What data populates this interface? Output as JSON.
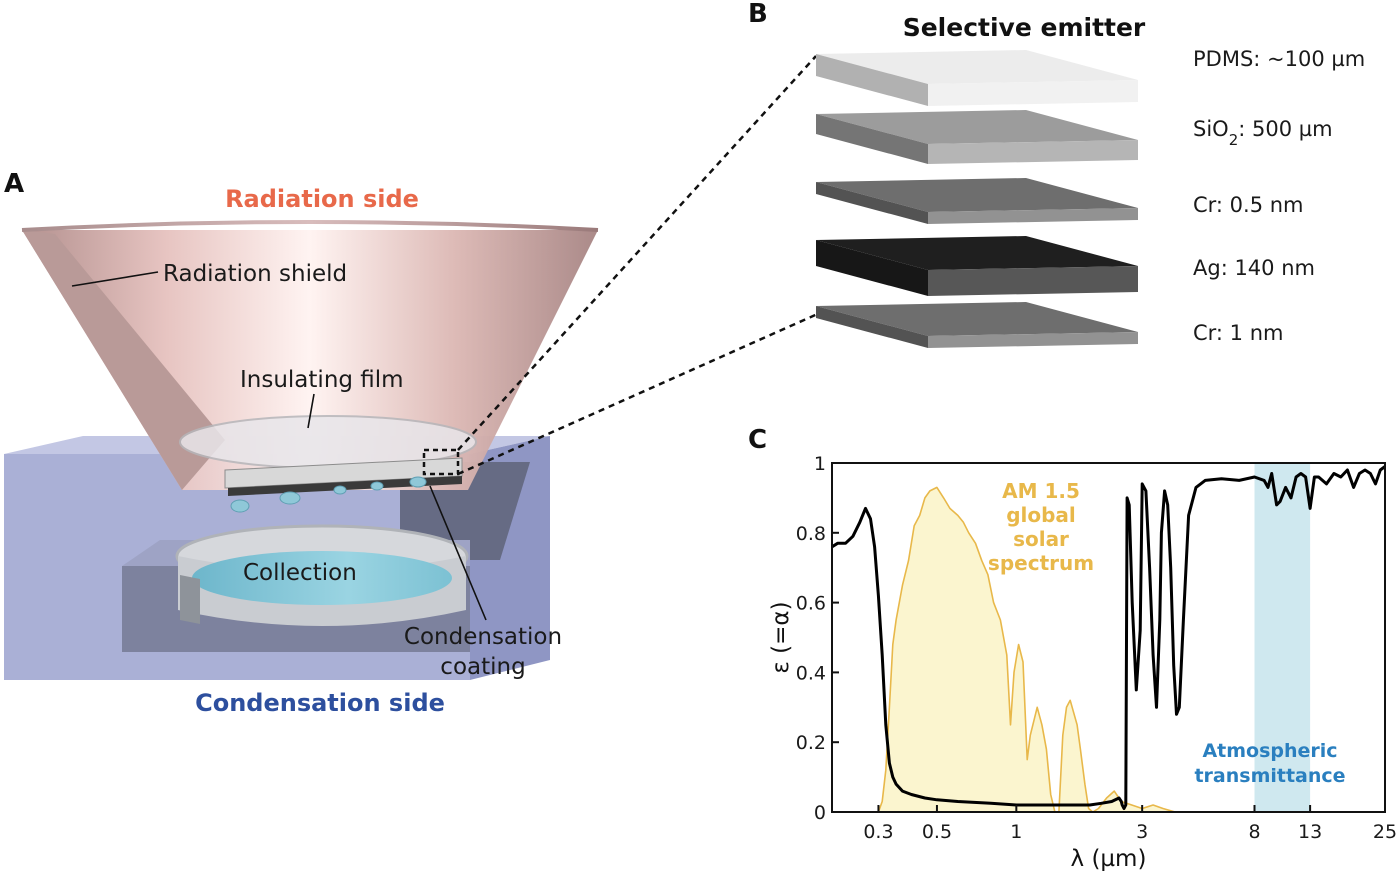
{
  "panel_a": {
    "letter": "A",
    "radiation_side": "Radiation side",
    "radiation_shield": "Radiation shield",
    "insulating_film": "Insulating film",
    "collection": "Collection",
    "condensation_coating_l1": "Condensation",
    "condensation_coating_l2": "coating",
    "condensation_side": "Condensation side",
    "colors": {
      "radiation": "#e8694a",
      "condensation": "#2d4f9e",
      "box": "#aab0d6",
      "water": "#7fc6d8"
    }
  },
  "panel_b": {
    "letter": "B",
    "title": "Selective emitter",
    "layers": [
      {
        "prefix": "PDMS: ~100 µm",
        "sub": "",
        "suffix": "",
        "color": "#ececec"
      },
      {
        "prefix": "SiO",
        "sub": "2",
        "suffix": ": 500 µm",
        "color": "#9c9c9c"
      },
      {
        "prefix": "Cr: 0.5 nm",
        "sub": "",
        "suffix": "",
        "color": "#6e6e6e"
      },
      {
        "prefix": "Ag: 140 nm",
        "sub": "",
        "suffix": "",
        "color": "#1f1f1f"
      },
      {
        "prefix": "Cr: 1 nm",
        "sub": "",
        "suffix": "",
        "color": "#6e6e6e"
      }
    ]
  },
  "panel_c": {
    "letter": "C",
    "chart_data": {
      "type": "line",
      "xlabel": "λ (µm)",
      "ylabel": "ε (=α)",
      "x_scale": "log",
      "xlim": [
        0.2,
        25
      ],
      "ylim": [
        0,
        1
      ],
      "x_ticks": [
        0.3,
        0.5,
        1,
        3,
        8,
        13,
        25
      ],
      "y_ticks": [
        0,
        0.2,
        0.4,
        0.6,
        0.8,
        1
      ],
      "atmospheric_window": [
        8,
        13
      ],
      "solar_label": [
        "AM 1.5",
        "global",
        "solar",
        "spectrum"
      ],
      "window_label": [
        "Atmospheric",
        "transmittance"
      ],
      "colors": {
        "emissivity": "#000000",
        "solar": "#e8b84a",
        "solar_fill": "#fbf5cf",
        "window": "#bfe0ea",
        "window_text": "#2a7fbf"
      },
      "series": [
        {
          "x": [
            0.2,
            0.21,
            0.225,
            0.24,
            0.255,
            0.268,
            0.28,
            0.29,
            0.3,
            0.31,
            0.32,
            0.33,
            0.34,
            0.35,
            0.37,
            0.4,
            0.45,
            0.5,
            0.6,
            0.8,
            1.0,
            1.3,
            1.6,
            1.9,
            2.1,
            2.3,
            2.45,
            2.5,
            2.52,
            2.56,
            2.6,
            2.63,
            2.68,
            2.75,
            2.85,
            2.95,
            3.0,
            3.1,
            3.2,
            3.3,
            3.4,
            3.5,
            3.55,
            3.65,
            3.75,
            3.85,
            3.95,
            4.05,
            4.15,
            4.3,
            4.5,
            4.8,
            5.2,
            6.0,
            7.0,
            8.0,
            8.7,
            9.0,
            9.3,
            9.7,
            10.0,
            10.5,
            11.0,
            11.5,
            12.0,
            12.5,
            13.0,
            13.5,
            14.0,
            15.0,
            16.0,
            17.0,
            18.0,
            19.0,
            20.0,
            21.0,
            22.0,
            23.0,
            24.0,
            25.0
          ],
          "y": [
            0.76,
            0.77,
            0.77,
            0.79,
            0.83,
            0.87,
            0.84,
            0.76,
            0.62,
            0.45,
            0.25,
            0.14,
            0.1,
            0.08,
            0.06,
            0.05,
            0.04,
            0.035,
            0.03,
            0.025,
            0.02,
            0.02,
            0.02,
            0.02,
            0.025,
            0.03,
            0.04,
            0.03,
            0.02,
            0.01,
            0.02,
            0.9,
            0.88,
            0.6,
            0.35,
            0.52,
            0.94,
            0.92,
            0.7,
            0.45,
            0.3,
            0.55,
            0.8,
            0.92,
            0.88,
            0.7,
            0.42,
            0.28,
            0.3,
            0.55,
            0.85,
            0.93,
            0.95,
            0.955,
            0.95,
            0.96,
            0.95,
            0.93,
            0.97,
            0.88,
            0.89,
            0.93,
            0.9,
            0.96,
            0.97,
            0.96,
            0.87,
            0.96,
            0.96,
            0.94,
            0.97,
            0.96,
            0.98,
            0.93,
            0.97,
            0.98,
            0.97,
            0.94,
            0.98,
            0.99
          ]
        },
        {
          "x": [
            0.3,
            0.31,
            0.32,
            0.33,
            0.34,
            0.35,
            0.37,
            0.39,
            0.41,
            0.43,
            0.45,
            0.47,
            0.5,
            0.53,
            0.56,
            0.6,
            0.63,
            0.66,
            0.7,
            0.74,
            0.78,
            0.82,
            0.87,
            0.92,
            0.95,
            0.98,
            1.02,
            1.06,
            1.1,
            1.13,
            1.2,
            1.25,
            1.3,
            1.35,
            1.4,
            1.45,
            1.5,
            1.55,
            1.6,
            1.7,
            1.75,
            1.82,
            1.88,
            1.95,
            2.05,
            2.2,
            2.35,
            2.5,
            3.0,
            3.3,
            3.6,
            4.0
          ],
          "y": [
            0.0,
            0.03,
            0.12,
            0.3,
            0.48,
            0.55,
            0.65,
            0.72,
            0.82,
            0.85,
            0.9,
            0.92,
            0.93,
            0.9,
            0.87,
            0.85,
            0.83,
            0.8,
            0.77,
            0.72,
            0.68,
            0.6,
            0.55,
            0.45,
            0.25,
            0.4,
            0.48,
            0.43,
            0.15,
            0.22,
            0.3,
            0.25,
            0.18,
            0.05,
            0.0,
            0.0,
            0.22,
            0.3,
            0.32,
            0.25,
            0.18,
            0.08,
            0.01,
            0.0,
            0.01,
            0.04,
            0.06,
            0.03,
            0.01,
            0.02,
            0.01,
            0.0
          ]
        }
      ]
    }
  }
}
